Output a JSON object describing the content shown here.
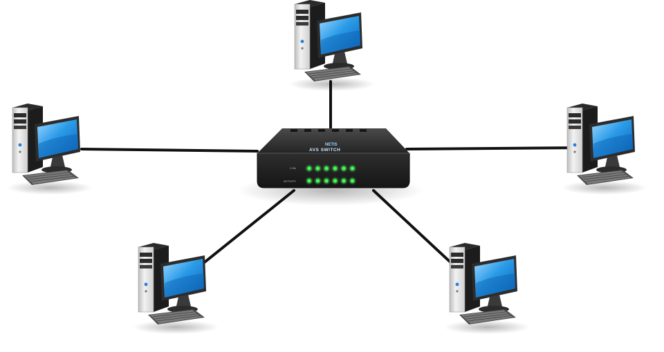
{
  "switch": {
    "brand_label": "NETIS",
    "model_label": "AVS SWITCH",
    "led_labels": [
      "1 Gb",
      "ACTIVITY"
    ],
    "led_color": "#3cff4c",
    "led_rows": 2,
    "led_columns": 6
  },
  "computers": [
    {
      "name": "computer-top",
      "connection": "top"
    },
    {
      "name": "computer-left",
      "connection": "left"
    },
    {
      "name": "computer-right",
      "connection": "right"
    },
    {
      "name": "computer-bottom-left",
      "connection": "bottom-left"
    },
    {
      "name": "computer-bottom-right",
      "connection": "bottom-right"
    }
  ],
  "colors": {
    "cable": "#111111",
    "switch_body": "#2b2b2b",
    "monitor_screen": "#1f8fe0",
    "tower": "#d9d9d9"
  }
}
